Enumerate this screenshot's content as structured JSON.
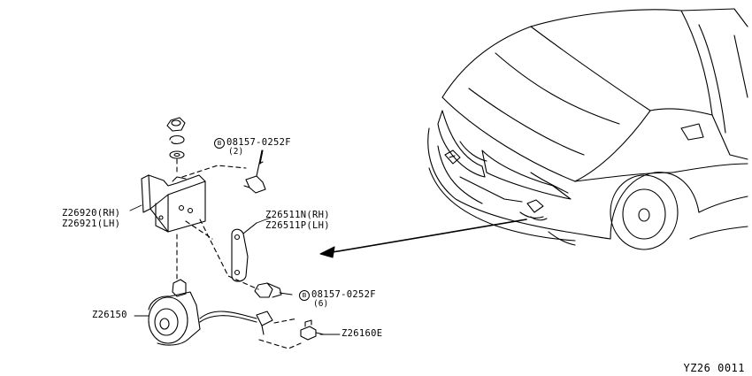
{
  "labels": {
    "bolt_upper": "08157-0252F",
    "bolt_upper_qty": "(2)",
    "bolt_lower": "08157-0252F",
    "bolt_lower_qty": "(6)",
    "bracket_rh": "Z26920(RH)",
    "bracket_lh": "Z26921(LH)",
    "plate_rh": "Z26511N(RH)",
    "plate_lh": "Z26511P(LH)",
    "fog_lamp": "Z26150",
    "bulb": "Z26160E",
    "bolt_symbol": "B"
  },
  "diagram_code": "YZ26 0011"
}
